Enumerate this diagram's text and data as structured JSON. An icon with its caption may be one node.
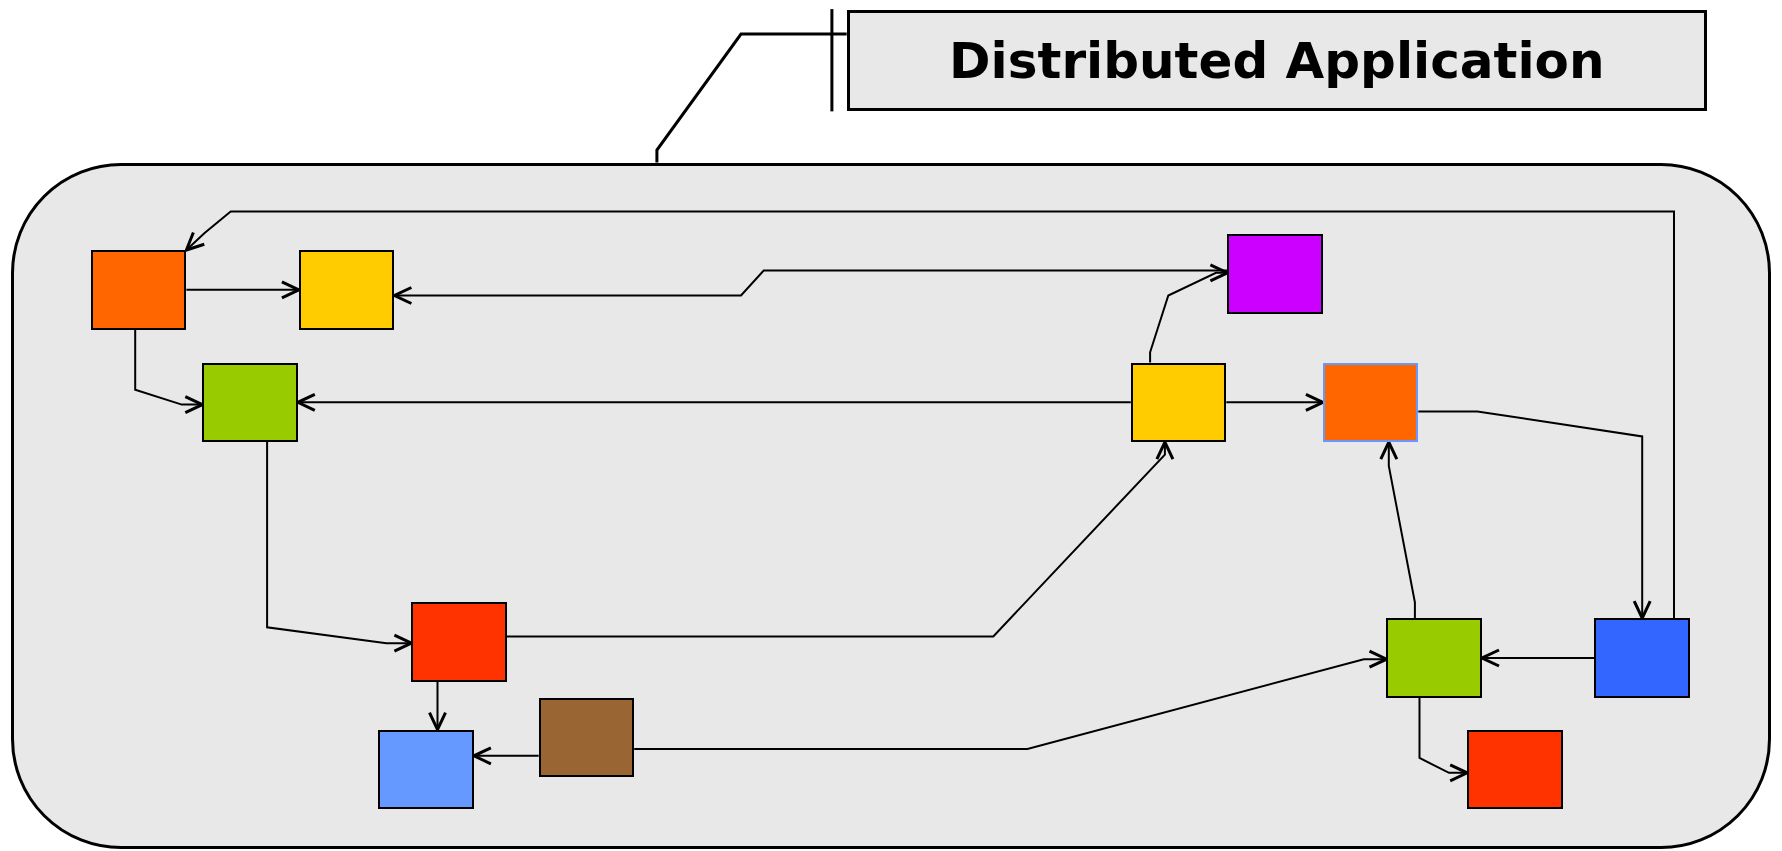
{
  "diagram": {
    "nodes": [
      {
        "text": [
          "Distributed Application"
        ]
      },
      {
        "text": [],
        "shape": "box"
      },
      {
        "text": [],
        "shape": "box",
        "in": 1
      },
      {
        "text": [],
        "shape": "box",
        "in": 1
      },
      {
        "text": [],
        "shape": "box",
        "in": 1
      },
      {
        "text": [],
        "shape": "box",
        "in": 1
      },
      {
        "text": [],
        "shape": "box",
        "in": 1
      },
      {
        "text": [],
        "shape": "box",
        "in": 1
      },
      {
        "text": [],
        "shape": "box",
        "in": 1
      },
      {
        "text": [],
        "shape": "box",
        "in": 1
      },
      {
        "text": [],
        "shape": "box",
        "in": 1
      },
      {
        "text": [],
        "shape": "box",
        "in": 1
      },
      {
        "text": [],
        "shape": "box",
        "in": 1
      },
      {
        "text": [],
        "shape": "box",
        "in": 1
      }
    ],
    "edges": [
      {
        "from": 0,
        "to": 1,
        "arrow": "none"
      },
      {
        "from": 2,
        "to": 3,
        "arrow": "to"
      },
      {
        "from": 2,
        "to": 5,
        "arrow": "to"
      },
      {
        "from": 4,
        "to": 3,
        "arrow": "to"
      },
      {
        "from": 6,
        "to": 4,
        "arrow": "to"
      },
      {
        "from": 6,
        "to": 5,
        "arrow": "to"
      },
      {
        "from": 6,
        "to": 7,
        "arrow": "to"
      },
      {
        "from": 7,
        "to": 10,
        "arrow": "to"
      },
      {
        "from": 10,
        "to": 2,
        "arrow": "to"
      },
      {
        "from": 5,
        "to": 8,
        "arrow": "to"
      },
      {
        "from": 8,
        "to": 6,
        "arrow": "to"
      },
      {
        "from": 8,
        "to": 12,
        "arrow": "to"
      },
      {
        "from": 11,
        "to": 12,
        "arrow": "to"
      },
      {
        "from": 11,
        "to": 9,
        "arrow": "to"
      },
      {
        "from": 10,
        "to": 9,
        "arrow": "to"
      },
      {
        "from": 9,
        "to": 7,
        "arrow": "to"
      },
      {
        "from": 9,
        "to": 13,
        "arrow": "to"
      }
    ]
  }
}
